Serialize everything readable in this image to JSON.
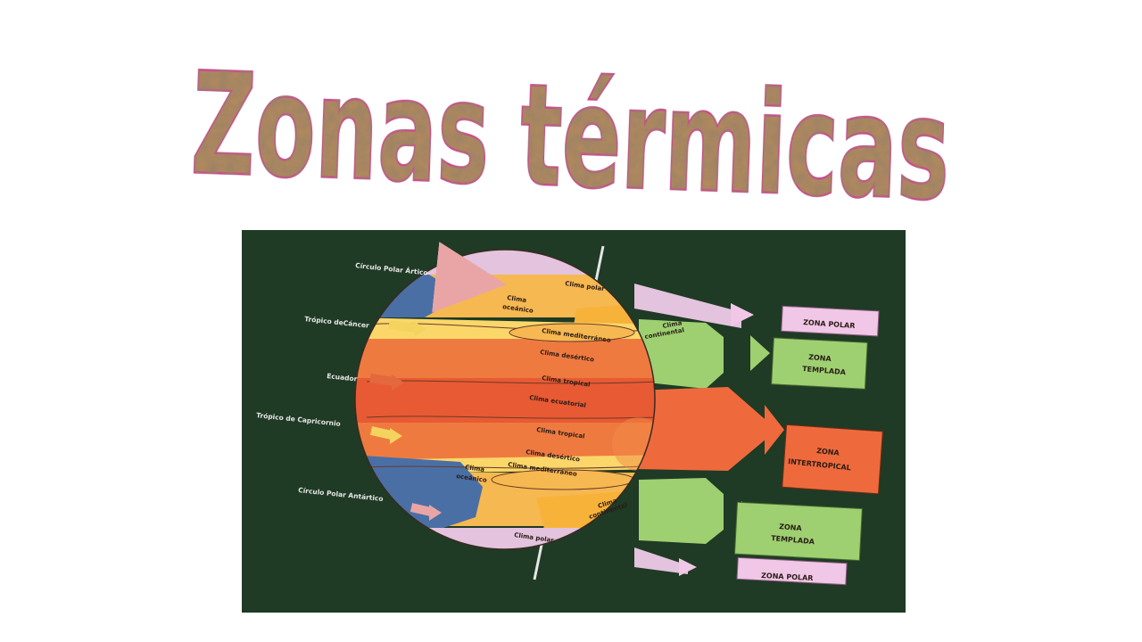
{
  "slide": {
    "title": "Zonas térmicas"
  },
  "diagram": {
    "background": "#1f3a25",
    "lines": {
      "polar_norte": "Círculo Polar Ártico",
      "cancer": "Trópico deCáncer",
      "ecuador": "Ecuador",
      "capricornio": "Trópico de Capricornio",
      "polar_sur": "Círculo Polar Antártico"
    },
    "climas": {
      "polar_norte": "Clima polar",
      "oceanico_norte": [
        "Clima",
        "oceánico"
      ],
      "continental_norte": [
        "Clima",
        "continental"
      ],
      "mediterraneo_norte": "Clima mediterráneo",
      "desertico_norte": "Clima desértico",
      "tropical_norte": "Clima tropical",
      "ecuatorial": "Clima ecuatorial",
      "tropical_sur": "Clima tropical",
      "desertico_sur": "Clima desértico",
      "oceanico_sur": [
        "Clima",
        "oceánico"
      ],
      "mediterraneo_sur": "Clima mediterráneo",
      "continental_sur": [
        "Clima",
        "continental"
      ],
      "polar_sur": "Clima polar"
    },
    "zonas": {
      "polar_norte": "ZONA POLAR",
      "templada_norte": [
        "ZONA",
        "TEMPLADA"
      ],
      "intertropical": [
        "ZONA",
        "INTERTROPICAL"
      ],
      "templada_sur": [
        "ZONA",
        "TEMPLADA"
      ],
      "polar_sur": "ZONA POLAR"
    },
    "colors": {
      "polar": "#e3c3dd",
      "oceanic": "#4a6fa5",
      "mediterranean": "#f6b850",
      "continental": "#f7b23a",
      "desert": "#fbd76a",
      "tropical": "#ef7a40",
      "equatorial": "#e85a33",
      "temperate_band": "#9ed071",
      "intertropical_band": "#ee6a3d",
      "title_fill": "#b58a5c",
      "title_stroke": "#d52d9a"
    }
  }
}
